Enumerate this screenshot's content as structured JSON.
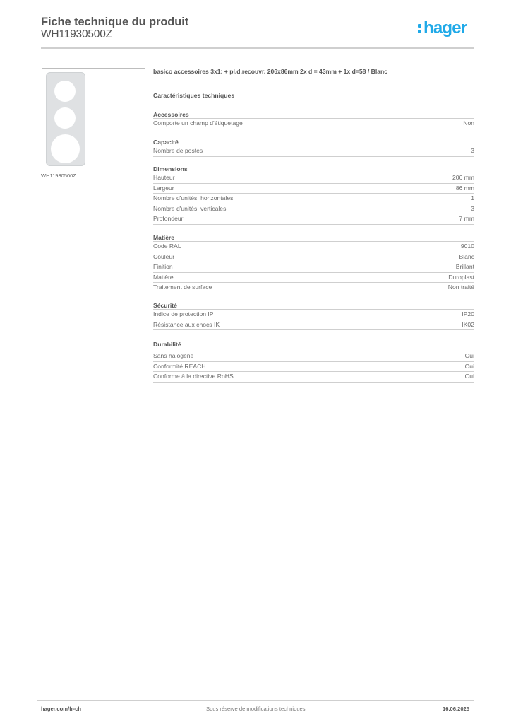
{
  "header": {
    "title": "Fiche technique du produit",
    "product_code": "WH11930500Z",
    "logo_text": "hager",
    "brand_color": "#1fa9e8"
  },
  "product": {
    "image_caption": "WH11930500Z",
    "description": "basico accessoires 3x1: + pl.d.recouvr. 206x86mm 2x d = 43mm + 1x d=58 / Blanc"
  },
  "specs": {
    "title": "Caractéristiques techniques",
    "groups": [
      {
        "title": "Accessoires",
        "rows": [
          {
            "label": "Comporte un champ d'étiquetage",
            "value": "Non"
          }
        ]
      },
      {
        "title": "Capacité",
        "rows": [
          {
            "label": "Nombre de postes",
            "value": "3"
          }
        ]
      },
      {
        "title": "Dimensions",
        "rows": [
          {
            "label": "Hauteur",
            "value": "206 mm"
          },
          {
            "label": "Largeur",
            "value": "86 mm"
          },
          {
            "label": "Nombre d'unités, horizontales",
            "value": "1"
          },
          {
            "label": "Nombre d'unités, verticales",
            "value": "3"
          },
          {
            "label": "Profondeur",
            "value": "7 mm"
          }
        ]
      },
      {
        "title": "Matière",
        "rows": [
          {
            "label": "Code RAL",
            "value": "9010"
          },
          {
            "label": "Couleur",
            "value": "Blanc"
          },
          {
            "label": "Finition",
            "value": "Brillant"
          },
          {
            "label": "Matière",
            "value": "Duroplast"
          },
          {
            "label": "Traitement de surface",
            "value": "Non traité"
          }
        ]
      },
      {
        "title": "Sécurité",
        "rows": [
          {
            "label": "Indice de protection IP",
            "value": "IP20"
          },
          {
            "label": "Résistance aux chocs IK",
            "value": "IK02"
          }
        ]
      },
      {
        "title": "Durabilité",
        "rows": [
          {
            "label": "Sans halogène",
            "value": "Oui"
          },
          {
            "label": "Conformité REACH",
            "value": "Oui"
          },
          {
            "label": "Conforme à la directive RoHS",
            "value": "Oui"
          }
        ]
      }
    ]
  },
  "footer": {
    "website": "hager.com/fr-ch",
    "disclaimer": "Sous réserve de modifications techniques",
    "date": "16.06.2025"
  }
}
